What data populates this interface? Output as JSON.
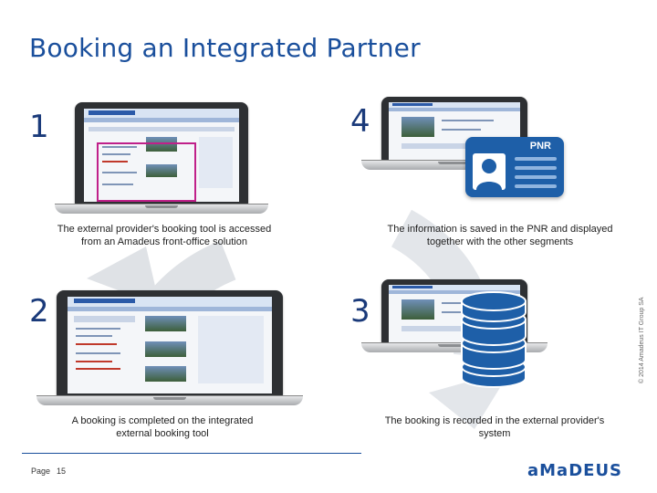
{
  "title": "Booking an Integrated Partner",
  "steps": [
    {
      "number": "1",
      "caption_line1": "The external provider's booking tool is accessed",
      "caption_line2": "from an Amadeus front-office solution"
    },
    {
      "number": "2",
      "caption_line1": "A booking is completed on the integrated",
      "caption_line2": "external booking tool"
    },
    {
      "number": "3",
      "caption_line1": "The booking is recorded in the external provider's",
      "caption_line2": "system"
    },
    {
      "number": "4",
      "caption_line1": "The information is saved in the PNR and displayed",
      "caption_line2": "together with the other segments"
    }
  ],
  "pnr_label": "PNR",
  "footer": {
    "page_label": "Page",
    "page_number": "15"
  },
  "logo_text": "aMaDEUS",
  "copyright": "© 2014 Amadeus IT Group SA",
  "colors": {
    "title": "#1a4f9c",
    "accent": "#1e5fa8",
    "arrow": "#cfd3d8",
    "highlight": "#c0208a"
  }
}
